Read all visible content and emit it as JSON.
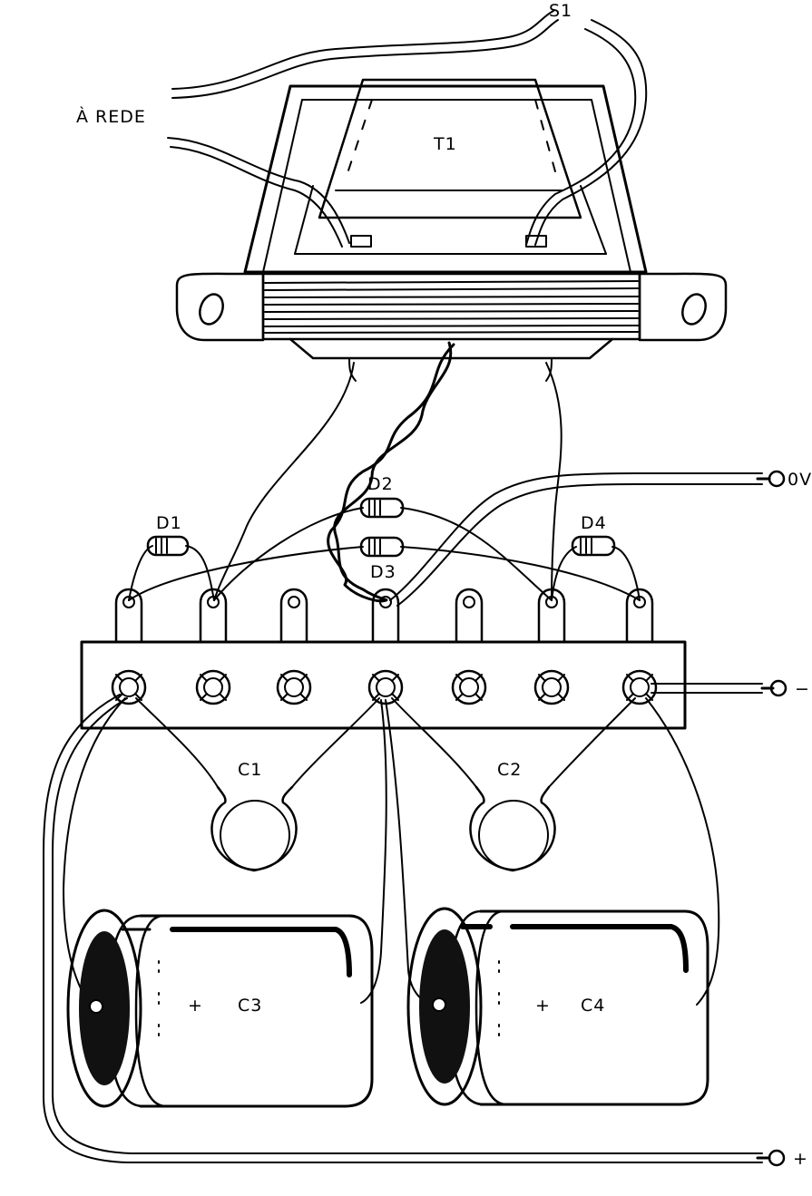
{
  "labels": {
    "mains": "À REDE",
    "switch": "S1",
    "transformer": "T1",
    "d1": "D1",
    "d2": "D2",
    "d3": "D3",
    "d4": "D4",
    "c1": "C1",
    "c2": "C2",
    "c3": "C3",
    "c4": "C4",
    "out_zero": "0V",
    "out_neg": "−",
    "out_pos": "+",
    "c3_polarity": "+",
    "c4_polarity": "+"
  },
  "colors": {
    "ink": "#000000",
    "paper": "#ffffff"
  }
}
